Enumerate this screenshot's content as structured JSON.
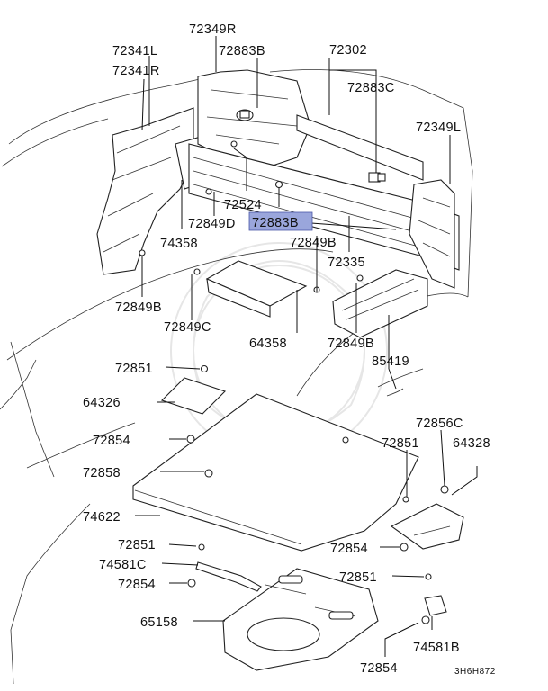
{
  "labels": {
    "p72349R": "72349R",
    "p72341L": "72341L",
    "p72883B_top": "72883B",
    "p72302": "72302",
    "p72341R": "72341R",
    "p72883C": "72883C",
    "p72349L": "72349L",
    "p72524": "72524",
    "p72849D": "72849D",
    "p72883B_highlight": "72883B",
    "p74358": "74358",
    "p72849B_mid": "72849B",
    "p72335": "72335",
    "p72849B_left": "72849B",
    "p72849C": "72849C",
    "p64358": "64358",
    "p72849B_right": "72849B",
    "p85419": "85419",
    "p72851_a": "72851",
    "p64326": "64326",
    "p72856C": "72856C",
    "p72854_a": "72854",
    "p72851_b": "72851",
    "p64328": "64328",
    "p72858": "72858",
    "p74622": "74622",
    "p72851_c": "72851",
    "p72854_b": "72854",
    "p74581C": "74581C",
    "p72851_d": "72851",
    "p72854_c": "72854",
    "p65158": "65158",
    "p74581B": "74581B",
    "p72854_d": "72854"
  },
  "diagram_code": "3H6H872",
  "highlight_color": "#9aa6dc"
}
